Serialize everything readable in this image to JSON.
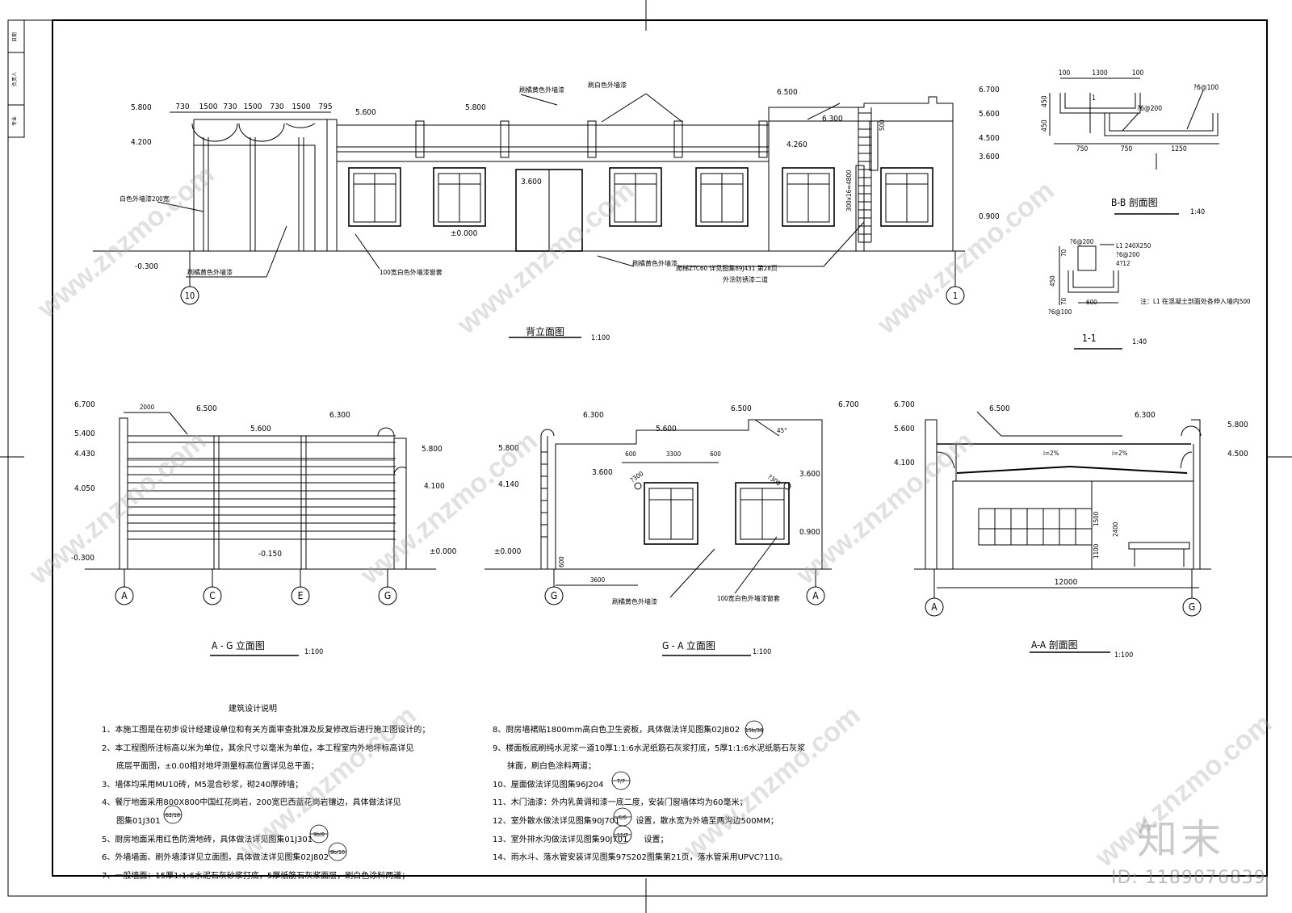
{
  "title_block": {
    "row1": "日期",
    "row2": "负责人",
    "row3": "专业"
  },
  "rear_elevation": {
    "title": "背立面图",
    "scale": "1:100",
    "dims_top": [
      "730",
      "1500",
      "730",
      "1500",
      "730",
      "1500",
      "795"
    ],
    "levels_left": [
      "5.800",
      "4.200",
      "-0.300"
    ],
    "levels_mid": [
      "5.600",
      "5.800",
      "3.600",
      "±0.000",
      "4.260",
      "6.500",
      "6.300"
    ],
    "levels_right": [
      "6.700",
      "5.600",
      "4.500",
      "3.600",
      "0.900"
    ],
    "dim_500": "500",
    "ladder_dim": "300x16=4800",
    "label_white_wall": "白色外墙漆200宽",
    "label_yellow_1": "刷橘黄色外墙漆",
    "label_yellow_2": "刷橘黄色外墙漆",
    "label_yellow_3": "刷橘黄色外墙漆",
    "label_white_top": "刷白色外墙漆",
    "label_window_trim": "100宽白色外墙漆窗套",
    "label_ladder": "爬梯ZTC60 详见图集89J431 第28页",
    "label_ladder_2": "外涂防锈漆二道",
    "axis_left": "10",
    "axis_right": "1"
  },
  "section_bb": {
    "title": "B-B 剖面图",
    "scale": "1:40",
    "dims_top": [
      "100",
      "1300",
      "100"
    ],
    "dims_side": [
      "450",
      "450"
    ],
    "dims_bottom": [
      "750",
      "750",
      "1250"
    ],
    "rebar_1": "?6@100",
    "rebar_2": "?6@200",
    "mark": "1"
  },
  "section_11": {
    "title": "1-1",
    "scale": "1:40",
    "beam": "L1 240X250",
    "rebar_1": "?6@200",
    "rebar_2": "?6@200",
    "rebar_3": "4?12",
    "rebar_4": "?6@100",
    "dims": [
      "70",
      "450",
      "70"
    ],
    "dim_600": "600",
    "note": "注：L1 在混凝土剖面处各伸入墙内500"
  },
  "elev_ag": {
    "title": "A - G 立面图",
    "scale": "1:100",
    "levels_left": [
      "6.700",
      "5.400",
      "4.430",
      "4.050",
      "-0.300"
    ],
    "levels_top": [
      "6.500",
      "5.600",
      "6.300"
    ],
    "dim_2000": "2000",
    "levels_right": [
      "5.800",
      "4.100",
      "±0.000"
    ],
    "level_bottom": "-0.150",
    "axes": [
      "A",
      "C",
      "E",
      "G"
    ]
  },
  "elev_ga": {
    "title": "G - A 立面图",
    "scale": "1:100",
    "levels_left": [
      "5.800",
      "4.140",
      "3.600",
      "±0.000"
    ],
    "levels_top": [
      "6.300",
      "5.600",
      "6.500",
      "6.700"
    ],
    "levels_right": [
      "3.600",
      "0.900"
    ],
    "dims": [
      "600",
      "3300",
      "600"
    ],
    "vent_1": "?300",
    "vent_2": "?300",
    "angle": "45°",
    "dim_3600": "3600",
    "dim_600v": "600",
    "label_yellow": "刷橘黄色外墙漆",
    "label_trim": "100宽白色外墙漆窗套",
    "axes": [
      "G",
      "A"
    ]
  },
  "section_aa": {
    "title": "A-A 剖面图",
    "scale": "1:100",
    "levels_left": [
      "6.700",
      "5.600",
      "4.100"
    ],
    "levels_top": [
      "6.500",
      "6.300"
    ],
    "levels_right": [
      "5.800",
      "4.500"
    ],
    "slope_1": "i=2%",
    "slope_2": "i=2%",
    "dims_v": [
      "1500",
      "1100",
      "2400"
    ],
    "span": "12000",
    "axes": [
      "A",
      "G"
    ]
  },
  "notes": {
    "title": "建筑设计说明",
    "left": [
      "1、本施工图是在初步设计经建设单位和有关方面审查批准及反复修改后进行施工图设计的；",
      "2、本工程图所注标高以米为单位，其余尺寸以毫米为单位，本工程室内外地坪标高详见",
      "底层平面图，±0.00相对地坪测量标高位置详见总平面；",
      "3、墙体均采用MU10砖，M5混合砂浆，砌240厚砖墙；",
      "4、餐厅地面采用800X800中国红花岗岩，200宽巴西蓝花岗岩镶边，具体做法详见",
      "图集01J301",
      "5、厨房地面采用红色防滑地砖，具体做法详见图集01J301",
      "6、外墙墙面、刷外墙漆详见立面图，具体做法详见图集02J802",
      "7、一般墙面：15厚1:1:6水泥石灰砂浆打底，5厚纸筋石灰浆面层，刷白色涂料两道；"
    ],
    "right": [
      "8、厨房墙裙贴1800mm高白色卫生瓷板，具体做法详见图集02J802",
      "9、楼面板底刷纯水泥浆一道10厚1:1:6水泥纸筋石灰浆打底，5厚1:1:6水泥纸筋石灰浆",
      "抹面，刷白色涂料两道；",
      "10、屋面做法详见图集96J204",
      "11、木门油漆：外内乳黄调和漆一底二度，安装门窗墙体均为60毫米；",
      "12、室外散水做法详见图集90J701　　设置，散水宽为外墙至两沟边500MM；",
      "13、室外排水沟做法详见图集90J701　　设置；",
      "14、雨水斗、落水管安装详见图集97S202图集第21页，落水管采用UPVC?110。"
    ],
    "sym_left": [
      "62/18",
      "9b/8",
      "9b/10"
    ],
    "sym_right": [
      "15b/36",
      "7/7",
      "6/6",
      "11/7"
    ]
  },
  "watermark": {
    "logo": "知末",
    "id": "ID: 1189076839",
    "site": "www.znzmo.com"
  }
}
